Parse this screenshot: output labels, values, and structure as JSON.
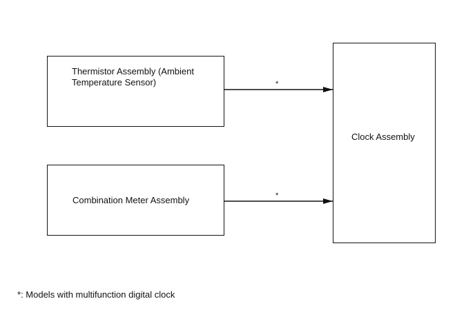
{
  "diagram": {
    "blocks": {
      "thermistor": {
        "label": "Thermistor Assembly (Ambient\nTemperature Sensor)"
      },
      "combination_meter": {
        "label": "Combination Meter Assembly"
      },
      "clock": {
        "label": "Clock Assembly"
      }
    },
    "connections": [
      {
        "from": "Thermistor Assembly (Ambient Temperature Sensor)",
        "to": "Clock Assembly",
        "label": "*"
      },
      {
        "from": "Combination Meter Assembly",
        "to": "Clock Assembly",
        "label": "*"
      }
    ],
    "footnote": "*: Models with multifunction digital clock"
  }
}
